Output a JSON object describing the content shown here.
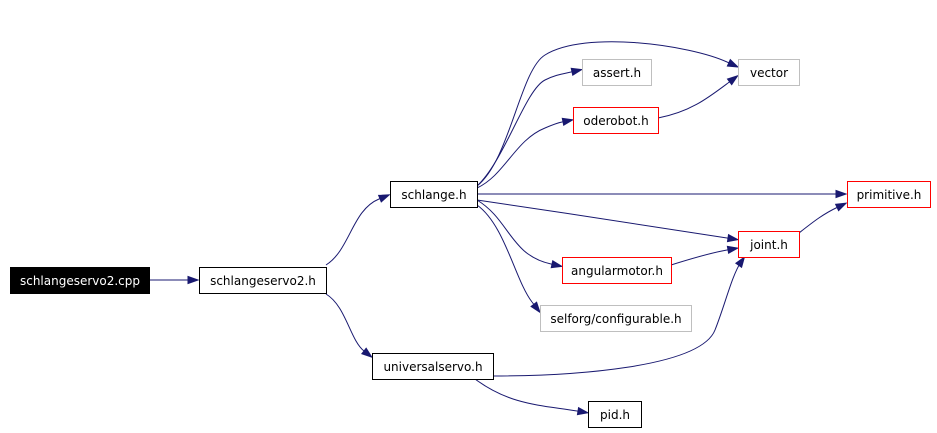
{
  "colors": {
    "edge": "#191970",
    "root_fill": "#000000",
    "root_text": "#ffffff",
    "documented_border": "#000000",
    "header_border": "#ff0000",
    "external_border": "#bfbfbf",
    "text": "#000000"
  },
  "nodes": [
    {
      "id": "schlangeservo2_cpp",
      "label": "schlangeservo2.cpp",
      "kind": "root"
    },
    {
      "id": "schlangeservo2_h",
      "label": "schlangeservo2.h",
      "kind": "documented"
    },
    {
      "id": "schlange_h",
      "label": "schlange.h",
      "kind": "documented"
    },
    {
      "id": "universalservo_h",
      "label": "universalservo.h",
      "kind": "documented"
    },
    {
      "id": "assert_h",
      "label": "assert.h",
      "kind": "external"
    },
    {
      "id": "vector",
      "label": "vector",
      "kind": "external"
    },
    {
      "id": "oderobot_h",
      "label": "oderobot.h",
      "kind": "header"
    },
    {
      "id": "primitive_h",
      "label": "primitive.h",
      "kind": "header"
    },
    {
      "id": "joint_h",
      "label": "joint.h",
      "kind": "header"
    },
    {
      "id": "angularmotor_h",
      "label": "angularmotor.h",
      "kind": "header"
    },
    {
      "id": "selforg_configurable_h",
      "label": "selforg/configurable.h",
      "kind": "external"
    },
    {
      "id": "pid_h",
      "label": "pid.h",
      "kind": "documented"
    }
  ],
  "edges": [
    {
      "from": "schlangeservo2_cpp",
      "to": "schlangeservo2_h"
    },
    {
      "from": "schlangeservo2_h",
      "to": "schlange_h"
    },
    {
      "from": "schlangeservo2_h",
      "to": "universalservo_h"
    },
    {
      "from": "schlange_h",
      "to": "vector"
    },
    {
      "from": "schlange_h",
      "to": "assert_h"
    },
    {
      "from": "schlange_h",
      "to": "oderobot_h"
    },
    {
      "from": "schlange_h",
      "to": "primitive_h"
    },
    {
      "from": "schlange_h",
      "to": "joint_h"
    },
    {
      "from": "schlange_h",
      "to": "angularmotor_h"
    },
    {
      "from": "schlange_h",
      "to": "selforg_configurable_h"
    },
    {
      "from": "oderobot_h",
      "to": "vector"
    },
    {
      "from": "joint_h",
      "to": "primitive_h"
    },
    {
      "from": "angularmotor_h",
      "to": "joint_h"
    },
    {
      "from": "universalservo_h",
      "to": "joint_h"
    },
    {
      "from": "universalservo_h",
      "to": "pid_h"
    }
  ]
}
